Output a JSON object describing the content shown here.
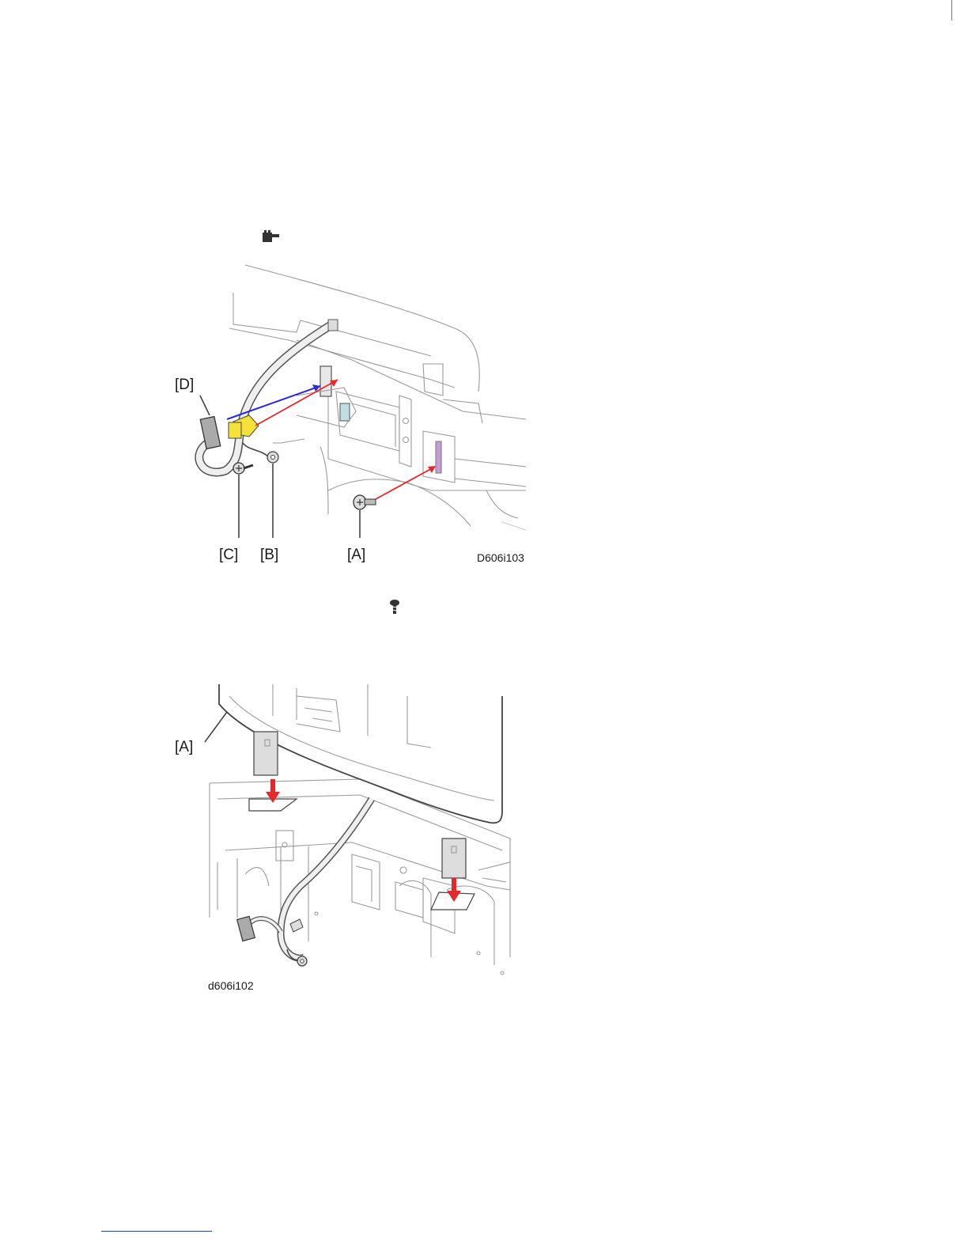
{
  "figure1": {
    "labels": {
      "d": "[D]",
      "c": "[C]",
      "b": "[B]",
      "a": "[A]"
    },
    "code": "D606i103",
    "icon": "connector-icon"
  },
  "figure2": {
    "labels": {
      "a": "[A]"
    },
    "code": "d606i102"
  },
  "screw_icon": "screw-icon",
  "colors": {
    "arrow_red": "#e5282a",
    "arrow_blue": "#2a2ad6",
    "clamp_yellow": "#f4e23a"
  }
}
